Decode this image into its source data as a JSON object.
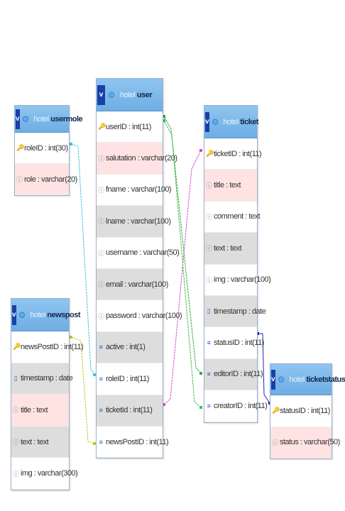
{
  "tables": [
    {
      "id": "usermole",
      "prefix": "hotel",
      "name": "usermole",
      "columns": [
        {
          "text": "roleID : int(30)",
          "icon": "key"
        },
        {
          "text": "role : varchar(20)",
          "icon": "plain"
        }
      ]
    },
    {
      "id": "user",
      "prefix": "hotel",
      "name": "user",
      "columns": [
        {
          "text": "userID : int(11)",
          "icon": "key"
        },
        {
          "text": "salutation : varchar(20)",
          "icon": "plain"
        },
        {
          "text": "fname : varchar(100)",
          "icon": "plain"
        },
        {
          "text": "lname : varchar(100)",
          "icon": "plain"
        },
        {
          "text": "username : varchar(50)",
          "icon": "plain"
        },
        {
          "text": "email : varchar(100)",
          "icon": "plain"
        },
        {
          "text": "password : varchar(100)",
          "icon": "plain"
        },
        {
          "text": "active : int(1)",
          "icon": "fk"
        },
        {
          "text": "roleID : int(11)",
          "icon": "fk"
        },
        {
          "text": "ticketId : int(11)",
          "icon": "fk"
        },
        {
          "text": "newsPostID : int(11)",
          "icon": "fk"
        }
      ]
    },
    {
      "id": "ticket",
      "prefix": "hotel",
      "name": "ticket",
      "columns": [
        {
          "text": "ticketID : int(11)",
          "icon": "key"
        },
        {
          "text": "title : text",
          "icon": "plain"
        },
        {
          "text": "comment : text",
          "icon": "plain"
        },
        {
          "text": "text : text",
          "icon": "plain"
        },
        {
          "text": "img : varchar(100)",
          "icon": "plain"
        },
        {
          "text": "timestamp : date",
          "icon": "ts"
        },
        {
          "text": "statusID : int(11)",
          "icon": "fk"
        },
        {
          "text": "editorID : int(11)",
          "icon": "fk"
        },
        {
          "text": "creatorID : int(11)",
          "icon": "fk"
        }
      ]
    },
    {
      "id": "newspost",
      "prefix": "hotel",
      "name": "newspost",
      "columns": [
        {
          "text": "newsPostID : int(11)",
          "icon": "key"
        },
        {
          "text": "timestamp : date",
          "icon": "ts"
        },
        {
          "text": "title : text",
          "icon": "plain"
        },
        {
          "text": "text : text",
          "icon": "plain"
        },
        {
          "text": "img : varchar(300)",
          "icon": "plain"
        }
      ]
    },
    {
      "id": "ticketstatus",
      "prefix": "hotel",
      "name": "ticketstatus",
      "columns": [
        {
          "text": "statusID : int(11)",
          "icon": "key"
        },
        {
          "text": "status : varchar(50)",
          "icon": "plain"
        }
      ]
    }
  ],
  "relations": [
    {
      "name": "user-roleID-to-usermole",
      "color": "#3ec6d6"
    },
    {
      "name": "user-newsPostID-to-newspost",
      "color": "#c9c230"
    },
    {
      "name": "user-ticketId-to-ticket",
      "color": "#d64ad6"
    },
    {
      "name": "ticket-editorID-to-user",
      "color": "#2faa3c"
    },
    {
      "name": "ticket-creatorID-to-user",
      "color": "#3fbf4a"
    },
    {
      "name": "ticket-statusID-to-ticketstatus",
      "color": "#2222b8"
    }
  ],
  "icons": {
    "vbtn": "v",
    "gear": "⚙",
    "key": "🔑",
    "fk": "≡",
    "ts": "▯",
    "plain": "ⓘ"
  }
}
